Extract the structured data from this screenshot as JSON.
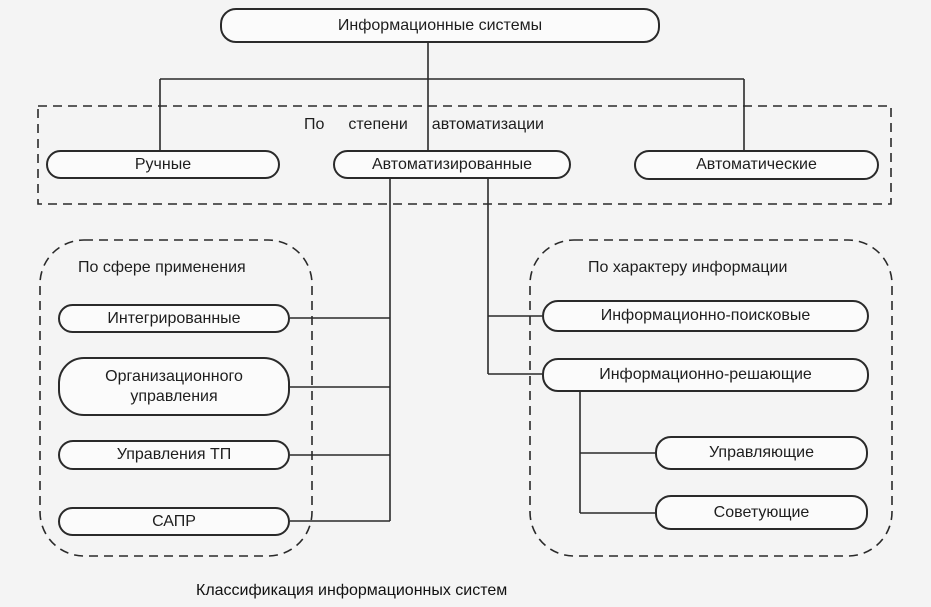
{
  "diagram": {
    "root": "Информационные системы",
    "group_automation": {
      "label_parts": [
        "По",
        "степени",
        "автоматизации"
      ],
      "items": [
        "Ручные",
        "Автоматизированные",
        "Автоматические"
      ]
    },
    "group_scope": {
      "label": "По сфере применения",
      "items": [
        "Интегрированные",
        "Организационного управления",
        "Управления ТП",
        "САПР"
      ]
    },
    "group_info": {
      "label": "По характеру информации",
      "items": [
        "Информационно-поисковые",
        "Информационно-решающие"
      ],
      "subitems": [
        "Управляющие",
        "Советующие"
      ]
    },
    "caption": "Классификация информационных систем"
  }
}
